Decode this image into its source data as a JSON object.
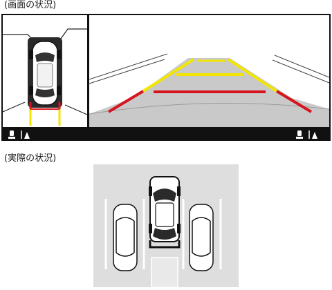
{
  "screen_caption": "(画面の状況)",
  "actual_caption": "(実際の状況)",
  "colors": {
    "frame": "#111111",
    "screen_bg": "#ffffff",
    "road": "#c9c9c9",
    "guide_yellow": "#f2e600",
    "guide_red": "#d6141e",
    "lot_bg": "#dedede",
    "parking_line": "#ffffff",
    "target_frame": "#111111"
  },
  "icons": {
    "left_view_a": "rear-camera-view-icon",
    "left_view_b": "side-camera-view-icon",
    "right_view_a": "rear-camera-view-icon",
    "right_view_b": "side-camera-view-icon"
  },
  "scene_cars": [
    "left-parked-car",
    "own-car",
    "right-parked-car"
  ]
}
